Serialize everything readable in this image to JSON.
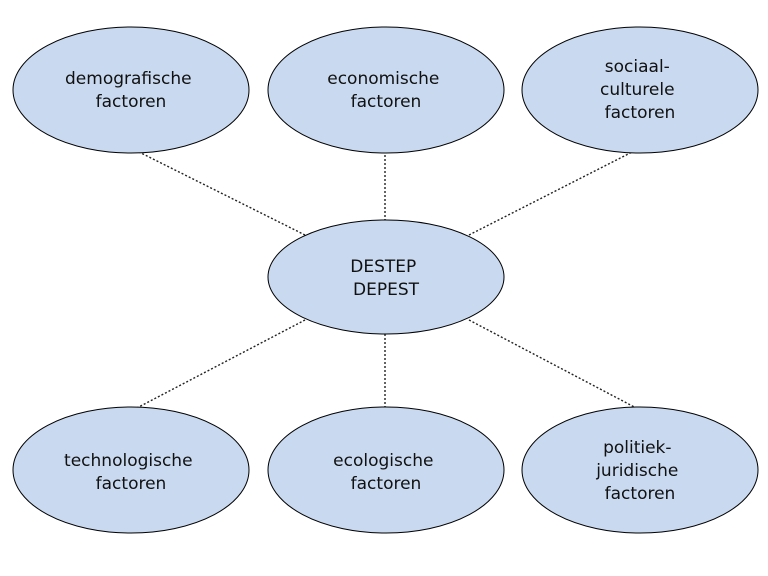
{
  "diagram": {
    "center": {
      "lines": [
        "DESTEP",
        "DEPEST"
      ]
    },
    "factors": [
      {
        "lines": [
          "demografische",
          "factoren"
        ]
      },
      {
        "lines": [
          "economische",
          "factoren"
        ]
      },
      {
        "lines": [
          "sociaal-",
          "culturele",
          "factoren"
        ]
      },
      {
        "lines": [
          "technologische",
          "factoren"
        ]
      },
      {
        "lines": [
          "ecologische",
          "factoren"
        ]
      },
      {
        "lines": [
          "politiek-",
          "juridische",
          "factoren"
        ]
      }
    ],
    "colors": {
      "node_fill": "#c9d9f0",
      "node_stroke": "#000000",
      "connector": "#222222"
    }
  }
}
